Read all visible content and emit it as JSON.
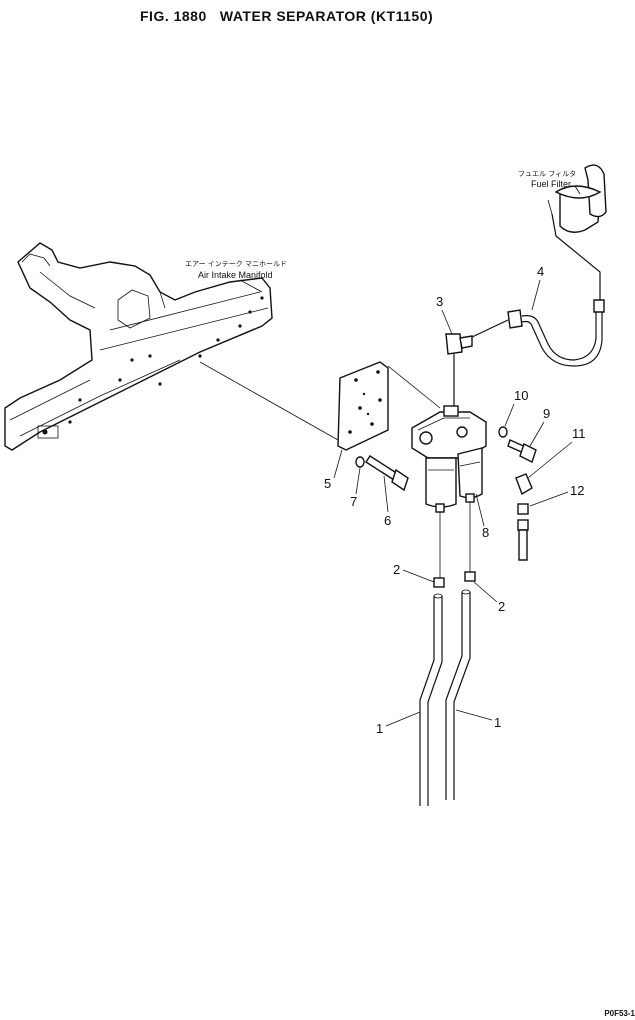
{
  "figure": {
    "title": "FIG. 1880   WATER SEPARATOR (KT1150)"
  },
  "callouts": {
    "air_intake_jp": "エアー インテーク マニホールド",
    "air_intake_en": "Air Intake Manifold",
    "fuel_filter_jp": "フュエル フィルタ",
    "fuel_filter_en": "Fuel Filter"
  },
  "parts": {
    "p1a": "1",
    "p1b": "1",
    "p2a": "2",
    "p2b": "2",
    "p3": "3",
    "p4": "4",
    "p5": "5",
    "p6": "6",
    "p7": "7",
    "p8": "8",
    "p9": "9",
    "p10": "10",
    "p11": "11",
    "p12": "12"
  },
  "page_code": "P0F53-1"
}
